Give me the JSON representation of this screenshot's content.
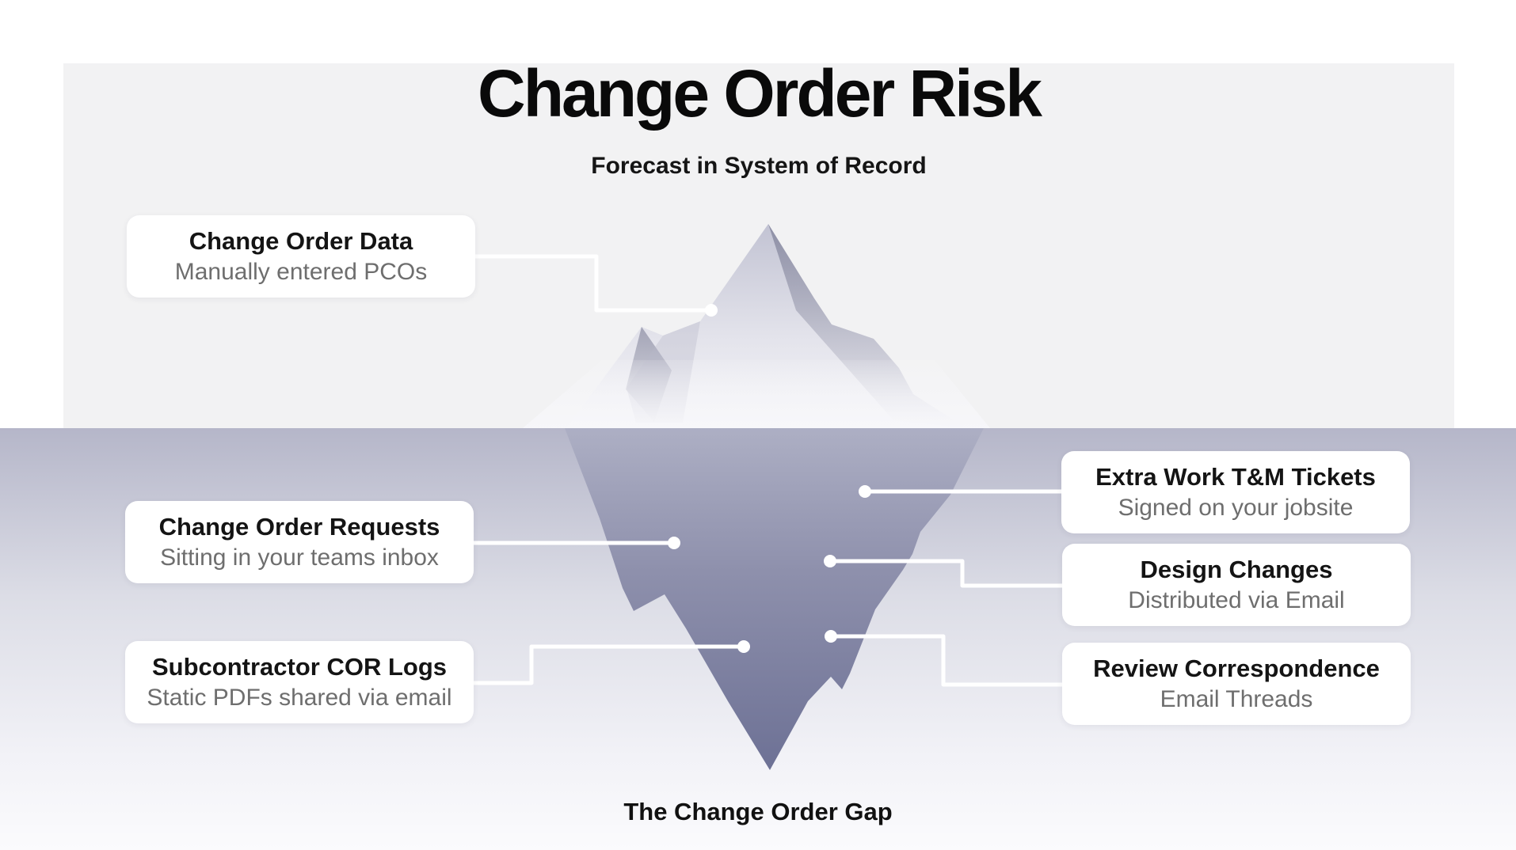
{
  "header": {
    "title": "Change Order Risk",
    "subtitle": "Forecast in System of Record"
  },
  "caption": "The Change Order Gap",
  "callouts": [
    {
      "title": "Change Order Data",
      "subtitle": "Manually entered PCOs"
    },
    {
      "title": "Change Order Requests",
      "subtitle": "Sitting in your teams inbox"
    },
    {
      "title": "Subcontractor COR Logs",
      "subtitle": "Static PDFs shared via email"
    },
    {
      "title": "Extra Work T&M Tickets",
      "subtitle": "Signed on your jobsite"
    },
    {
      "title": "Design Changes",
      "subtitle": "Distributed via Email"
    },
    {
      "title": "Review Correspondence",
      "subtitle": "Email Threads"
    }
  ],
  "colors": {
    "page_bg": "#ffffff",
    "panel_bg": "#f2f2f3",
    "water_top": "#b5b6c9",
    "water_bottom": "#fbfbfd",
    "iceberg_above_top": "#c7c8d6",
    "iceberg_above_bottom": "#f5f5f8",
    "iceberg_below_top": "#adafc4",
    "iceberg_below_tip": "#6d7195",
    "connector": "#ffffff",
    "title_text": "#0a0a0a",
    "subtitle_gray": "#6e6e6e"
  }
}
